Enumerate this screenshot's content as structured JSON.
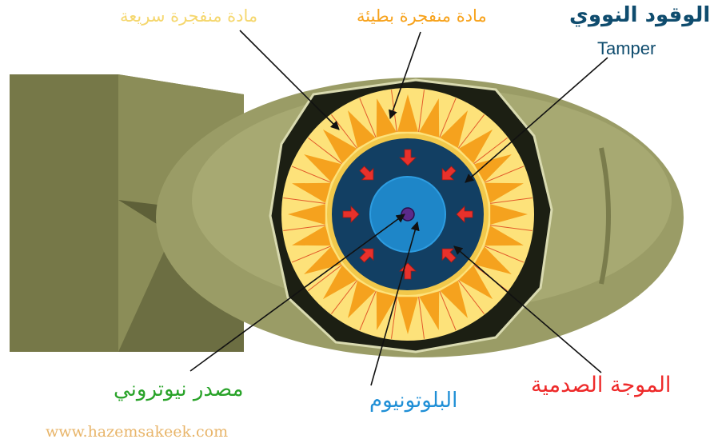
{
  "labels": {
    "fast_explosive": "مادة منفجرة سريعة",
    "slow_explosive": "مادة منفجرة بطيئة",
    "nuclear_fuel": "الوقود النووي",
    "tamper": "Tamper",
    "neutron_source": "مصدر نيوتروني",
    "plutonium": "البلوتونيوم",
    "shock_wave": "الموجة الصدمية"
  },
  "watermark": "www.hazemsakeek.com",
  "colors": {
    "bomb_body": "#9a9c66",
    "tail_fin": "#7f8150",
    "fast_explosive": "#fde27a",
    "slow_explosive": "#f5a21e",
    "tamper": "#123f63",
    "plutonium": "#1e86c8",
    "neutron_source": "#5b2a8a",
    "shock_arrow": "#e8312b"
  }
}
